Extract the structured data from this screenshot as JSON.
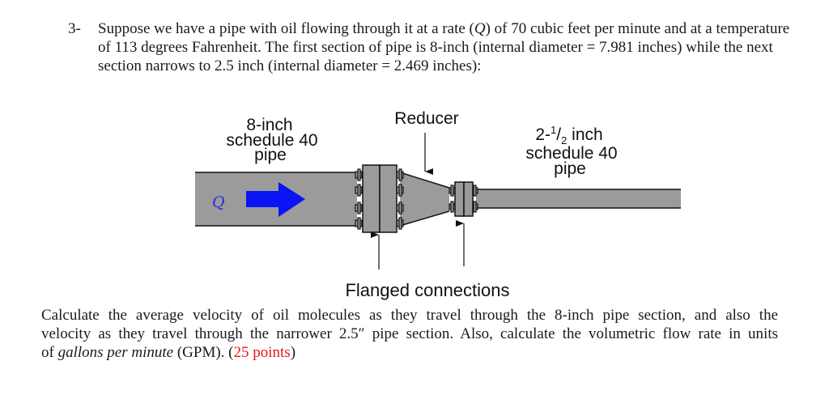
{
  "question": {
    "number": "3-",
    "intro_part1": "Suppose we have a pipe with oil flowing through it at a rate (",
    "flow_symbol": "Q",
    "intro_part2": ") of 70 cubic feet per minute and at a temperature of 113 degrees Fahrenheit. The first section of pipe is 8-inch (internal diameter = 7.981 inches) while the next section narrows to 2.5 inch (internal diameter = 2.469 inches):",
    "flow_rate_cfm": 70,
    "temperature_f": 113,
    "pipe1_nominal": "8-inch",
    "pipe1_internal_diameter_in": 7.981,
    "pipe2_nominal": "2.5 inch",
    "pipe2_internal_diameter_in": 2.469
  },
  "diagram": {
    "label_pipe1_line1": "8-inch",
    "label_pipe1_line2": "schedule 40",
    "label_pipe1_line3": "pipe",
    "label_reducer": "Reducer",
    "label_pipe2_prefix": "2-",
    "label_pipe2_frac_num": "1",
    "label_pipe2_frac_sep": "/",
    "label_pipe2_frac_den": "2",
    "label_pipe2_suffix": " inch",
    "label_pipe2_line2": "schedule 40",
    "label_pipe2_line3": "pipe",
    "label_flow": "Q",
    "label_flanged": "Flanged connections",
    "colors": {
      "pipe_fill": "#9b9b9b",
      "outline": "#111111",
      "flow_arrow": "#0a14f5",
      "flow_label": "#2828e6"
    }
  },
  "task": {
    "line1": "Calculate the average velocity of oil molecules as they travel through the 8-inch pipe section, and also the",
    "line2": "velocity as they travel through the narrower 2.5″ pipe section. Also, calculate the volumetric flow rate in units",
    "line3_prefix": "of ",
    "line3_italic": "gallons per minute",
    "line3_mid": " (GPM). (",
    "points": "25 points",
    "line3_suffix": ")",
    "points_color": "#e8141e"
  }
}
